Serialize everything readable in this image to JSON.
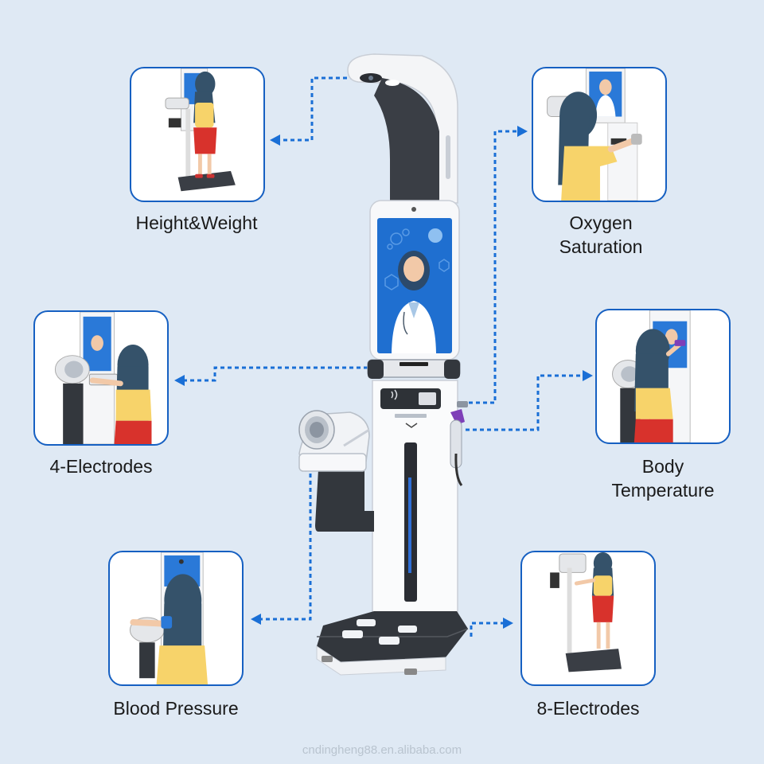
{
  "features": {
    "height_weight": "Height&Weight",
    "oxygen_line1": "Oxygen",
    "oxygen_line2": "Saturation",
    "electrodes4": "4-Electrodes",
    "temperature_line1": "Body",
    "temperature_line2": "Temperature",
    "blood_pressure": "Blood Pressure",
    "electrodes8": "8-Electrodes"
  },
  "watermark": "cndingheng88.en.alibaba.com",
  "colors": {
    "background": "#dfe9f4",
    "border_blue": "#1660c2",
    "connector_blue": "#1a6fd6",
    "machine_dark": "#3a3e45",
    "machine_white": "#ffffff",
    "hair": "#35526a",
    "shirt_yellow": "#f7d36a",
    "skirt_red": "#d8322c"
  },
  "icons": {
    "arrow": "blue-triangle-arrowhead",
    "person": "woman-illustration",
    "machine": "health-kiosk-illustration"
  }
}
